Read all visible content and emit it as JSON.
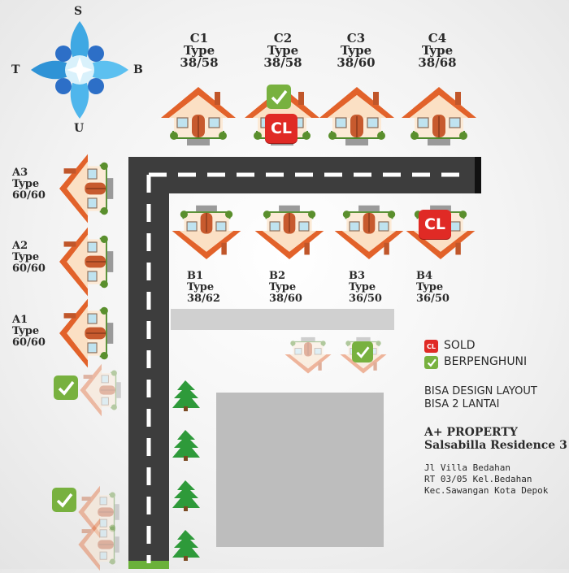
{
  "compass": {
    "north": "U",
    "south": "S",
    "east": "T",
    "west": "B"
  },
  "units": {
    "c1": {
      "code": "C1",
      "type": "Type",
      "size": "38/58",
      "status": "available"
    },
    "c2": {
      "code": "C2",
      "type": "Type",
      "size": "38/58",
      "status": "sold-and-occupied"
    },
    "c3": {
      "code": "C3",
      "type": "Type",
      "size": "38/60",
      "status": "available"
    },
    "c4": {
      "code": "C4",
      "type": "Type",
      "size": "38/68",
      "status": "available"
    },
    "b1": {
      "code": "B1",
      "type": "Type",
      "size": "38/62",
      "status": "available"
    },
    "b2": {
      "code": "B2",
      "type": "Type",
      "size": "38/60",
      "status": "available"
    },
    "b3": {
      "code": "B3",
      "type": "Type",
      "size": "36/50",
      "status": "available"
    },
    "b4": {
      "code": "B4",
      "type": "Type",
      "size": "36/50",
      "status": "sold"
    },
    "a3": {
      "code": "A3",
      "type": "Type",
      "size": "60/60",
      "status": "available"
    },
    "a2": {
      "code": "A2",
      "type": "Type",
      "size": "60/60",
      "status": "available"
    },
    "a1": {
      "code": "A1",
      "type": "Type",
      "size": "60/60",
      "status": "available"
    }
  },
  "badges": {
    "sold": "CL"
  },
  "legend": {
    "sold_label": "SOLD",
    "occupied_label": "BERPENGHUNI"
  },
  "notes": {
    "line1": "BISA DESIGN LAYOUT",
    "line2": "BISA 2 LANTAI"
  },
  "brand": {
    "company": "A+ PROPERTY",
    "project": "Salsabilla Residence 3"
  },
  "address": {
    "line1": "Jl Villa Bedahan",
    "line2": "RT 03/05 Kel.Bedahan",
    "line3": "Kec.Sawangan Kota Depok"
  },
  "colors": {
    "roof": "#e2622a",
    "wall": "#fcead6",
    "door": "#c75a2e",
    "road": "#3d3d3d",
    "tree": "#2e9a3a",
    "sold": "#e02a25",
    "occupied": "#78b13f",
    "compass": "#3fa8e3"
  }
}
